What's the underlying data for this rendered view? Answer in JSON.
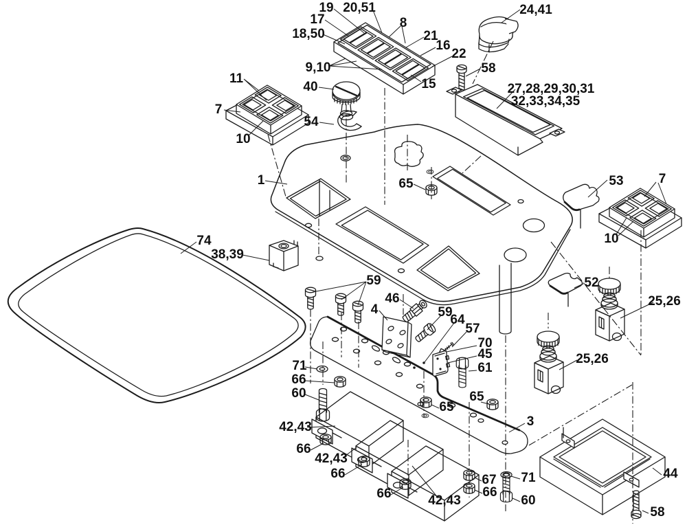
{
  "figure": {
    "kind": "exploded parts diagram",
    "background_color": "#ffffff",
    "line_color": "#1b1b1b"
  },
  "callouts": [
    {
      "part": "19"
    },
    {
      "part": "20,51"
    },
    {
      "part": "17"
    },
    {
      "part": "18,50"
    },
    {
      "part": "8"
    },
    {
      "part": "21"
    },
    {
      "part": "16"
    },
    {
      "part": "22"
    },
    {
      "part": "9,10"
    },
    {
      "part": "15"
    },
    {
      "part": "24,41"
    },
    {
      "part": "58"
    },
    {
      "part": "11"
    },
    {
      "part": "7"
    },
    {
      "part": "10"
    },
    {
      "part": "40"
    },
    {
      "part": "54"
    },
    {
      "part": "27,28,29,30,31"
    },
    {
      "part": "32,33,34,35"
    },
    {
      "part": "1"
    },
    {
      "part": "65"
    },
    {
      "part": "53"
    },
    {
      "part": "7"
    },
    {
      "part": "10"
    },
    {
      "part": "74"
    },
    {
      "part": "38,39"
    },
    {
      "part": "52"
    },
    {
      "part": "25,26"
    },
    {
      "part": "59"
    },
    {
      "part": "46"
    },
    {
      "part": "4"
    },
    {
      "part": "59"
    },
    {
      "part": "64"
    },
    {
      "part": "57"
    },
    {
      "part": "70"
    },
    {
      "part": "45"
    },
    {
      "part": "61"
    },
    {
      "part": "25,26"
    },
    {
      "part": "71"
    },
    {
      "part": "66"
    },
    {
      "part": "60"
    },
    {
      "part": "65"
    },
    {
      "part": "65"
    },
    {
      "part": "3"
    },
    {
      "part": "42,43"
    },
    {
      "part": "66"
    },
    {
      "part": "42,43"
    },
    {
      "part": "66"
    },
    {
      "part": "66"
    },
    {
      "part": "42,43"
    },
    {
      "part": "67"
    },
    {
      "part": "66"
    },
    {
      "part": "71"
    },
    {
      "part": "60"
    },
    {
      "part": "44"
    },
    {
      "part": "58"
    }
  ]
}
